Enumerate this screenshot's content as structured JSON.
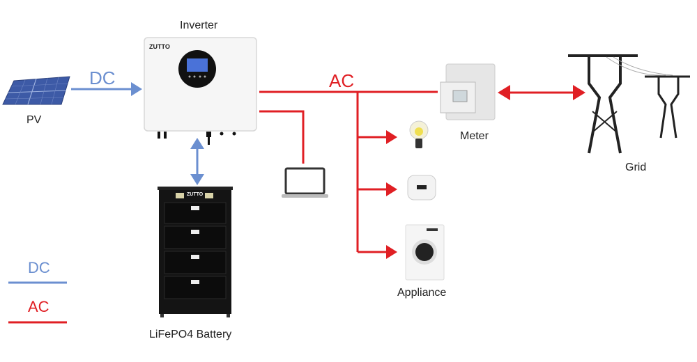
{
  "colors": {
    "dc": "#6b8fd0",
    "ac": "#e01f24",
    "device": "#1a1a1a"
  },
  "labels": {
    "pv": "PV",
    "inverter": "Inverter",
    "inverter_brand": "ZUTTO",
    "battery": "LiFePO4 Battery",
    "battery_brand": "ZUTTO",
    "meter": "Meter",
    "grid": "Grid",
    "appliance": "Appliance",
    "dc_line": "DC",
    "ac_line": "AC"
  },
  "legend": [
    {
      "label": "DC",
      "type": "dc"
    },
    {
      "label": "AC",
      "type": "ac"
    }
  ],
  "nodes": [
    "PV",
    "Inverter",
    "LiFePO4 Battery",
    "Laptop",
    "Light bulb",
    "Rice cooker",
    "Washing machine",
    "Meter",
    "Grid"
  ],
  "edges": [
    {
      "from": "PV",
      "to": "Inverter",
      "type": "DC",
      "direction": "one-way"
    },
    {
      "from": "Inverter",
      "to": "LiFePO4 Battery",
      "type": "DC",
      "direction": "two-way"
    },
    {
      "from": "Inverter",
      "to": "Meter",
      "type": "AC",
      "direction": "line"
    },
    {
      "from": "Inverter",
      "to": "Laptop",
      "type": "AC",
      "direction": "line"
    },
    {
      "from": "AC bus",
      "to": "Light bulb",
      "type": "AC",
      "direction": "one-way"
    },
    {
      "from": "AC bus",
      "to": "Rice cooker",
      "type": "AC",
      "direction": "one-way"
    },
    {
      "from": "AC bus",
      "to": "Washing machine",
      "type": "AC",
      "direction": "one-way"
    },
    {
      "from": "Meter",
      "to": "Grid",
      "type": "AC",
      "direction": "two-way"
    }
  ]
}
